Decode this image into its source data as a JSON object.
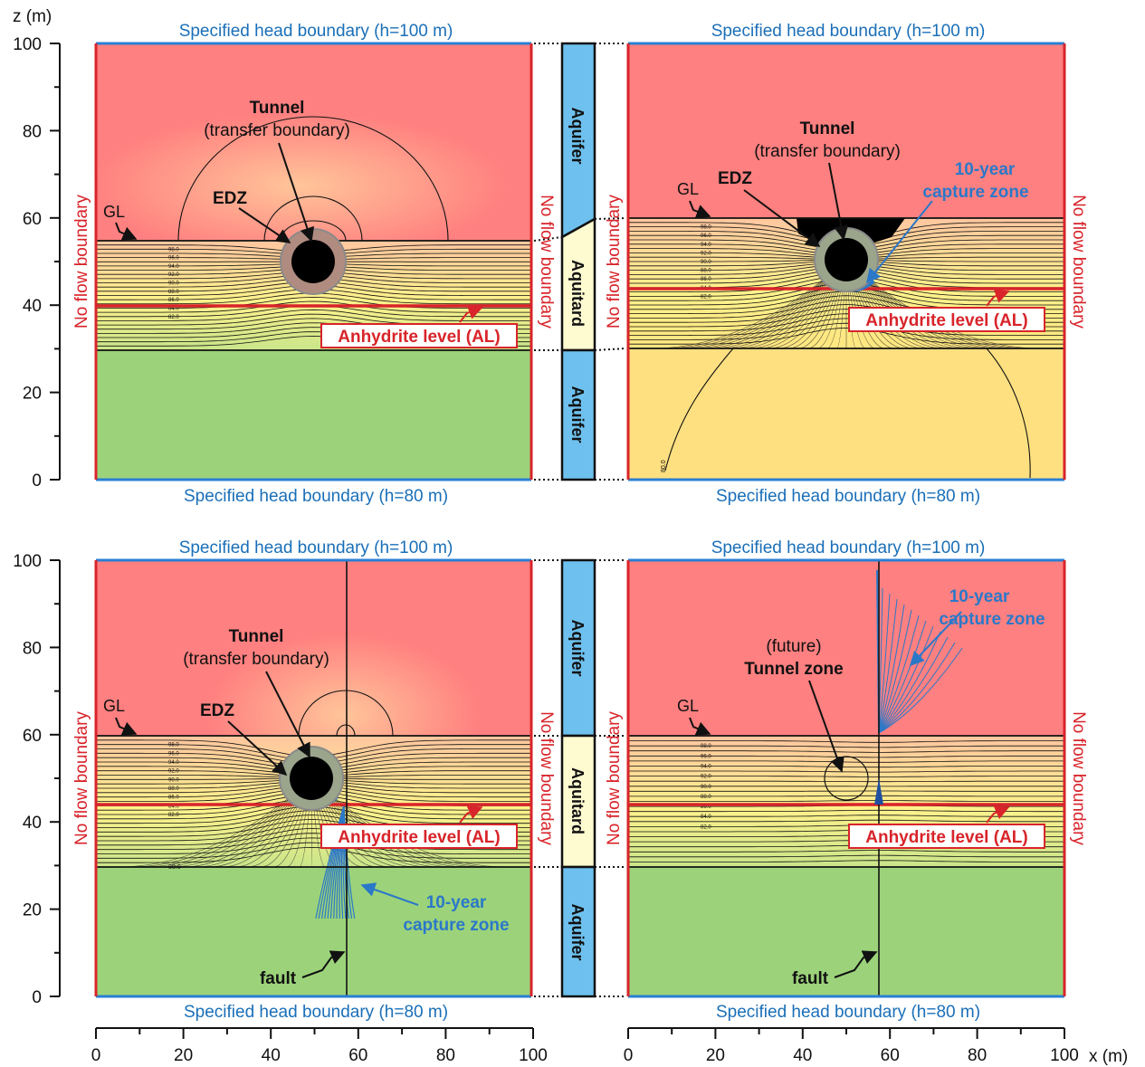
{
  "axis": {
    "z_label": "z (m)",
    "x_label": "x (m)",
    "z_ticks": [
      "0",
      "20",
      "40",
      "60",
      "80",
      "100"
    ],
    "x_ticks": [
      "0",
      "20",
      "40",
      "60",
      "80",
      "100"
    ]
  },
  "boundaries": {
    "top": "Specified head boundary (h=100 m)",
    "bottom": "Specified head boundary (h=80 m)",
    "side": "No flow boundary"
  },
  "layers": {
    "aquifer": "Aquifer",
    "aquitard": "Aquitard"
  },
  "labels": {
    "tunnel": "Tunnel",
    "transfer": "(transfer boundary)",
    "edz": "EDZ",
    "gl": "GL",
    "anhydrite": "Anhydrite level (AL)",
    "capture_1": "10-year",
    "capture_2": "capture zone",
    "fault": "fault",
    "future": "(future)",
    "tunnel_zone": "Tunnel zone"
  },
  "contour_labels": [
    "98.0",
    "96.0",
    "94.0",
    "92.0",
    "90.0",
    "88.0",
    "86.0",
    "84.0",
    "82.0",
    "80.0"
  ],
  "colors": {
    "red_zone": "#ff8080",
    "green_zone": "#9cd37a",
    "yellow_zone": "#ffe080",
    "boundary_blue": "#2a7fd4",
    "boundary_red": "#d8242a",
    "column_blue": "#6ec1ee",
    "column_cream": "#fffbd0",
    "capture_blue": "#2b78c8"
  }
}
